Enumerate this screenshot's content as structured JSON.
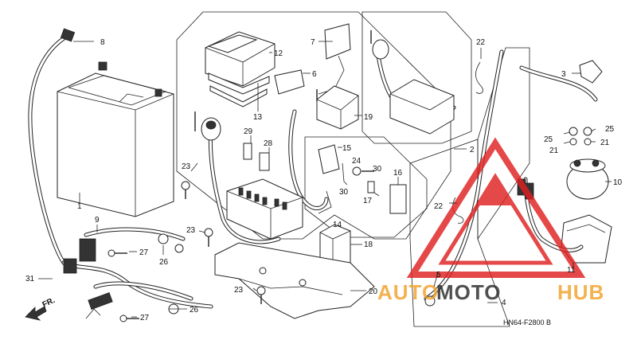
{
  "labels": {
    "p1": "1",
    "p2": "2",
    "p3": "3",
    "p4": "4",
    "p5": "5",
    "p6": "6",
    "p7": "7",
    "p8": "8",
    "p9": "9",
    "p10": "10",
    "p11": "11",
    "p12": "12",
    "p13": "13",
    "p14": "14",
    "p15": "15",
    "p16": "16",
    "p17": "17",
    "p18": "18",
    "p19": "19",
    "p20": "20",
    "p21a": "21",
    "p21b": "21",
    "p22a": "22",
    "p22b": "22",
    "p23a": "23",
    "p23b": "23",
    "p23c": "23",
    "p24": "24",
    "p25a": "25",
    "p25b": "25",
    "p26a": "26",
    "p26b": "26",
    "p27a": "27",
    "p27b": "27",
    "p28": "28",
    "p29": "29",
    "p30a": "30",
    "p30b": "30",
    "p31": "31"
  },
  "direction": "FR.",
  "diagram_code": "HN64-F2800 B",
  "watermark": {
    "text": "AUTOMOTOHUB",
    "color_orange": "#f2a12a",
    "color_dark": "#2a2a2a",
    "color_red": "#e02020"
  }
}
